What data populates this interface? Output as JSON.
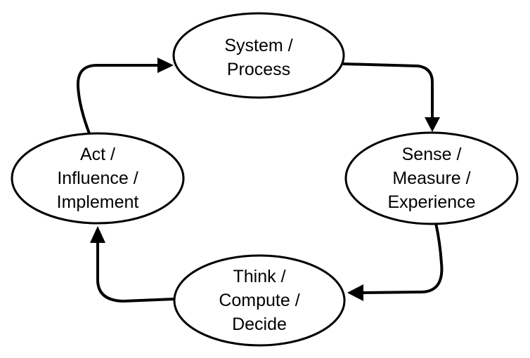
{
  "diagram": {
    "type": "cycle",
    "nodes": [
      {
        "id": "system",
        "lines": [
          "System /",
          "Process"
        ]
      },
      {
        "id": "sense",
        "lines": [
          "Sense /",
          "Measure /",
          "Experience"
        ]
      },
      {
        "id": "think",
        "lines": [
          "Think /",
          "Compute /",
          "Decide"
        ]
      },
      {
        "id": "act",
        "lines": [
          "Act /",
          "Influence /",
          "Implement"
        ]
      }
    ],
    "edges": [
      {
        "from": "system",
        "to": "sense"
      },
      {
        "from": "sense",
        "to": "think"
      },
      {
        "from": "think",
        "to": "act"
      },
      {
        "from": "act",
        "to": "system"
      }
    ]
  },
  "colors": {
    "stroke": "#000000",
    "node_fill": "#ffffff",
    "background": "#ffffff"
  }
}
